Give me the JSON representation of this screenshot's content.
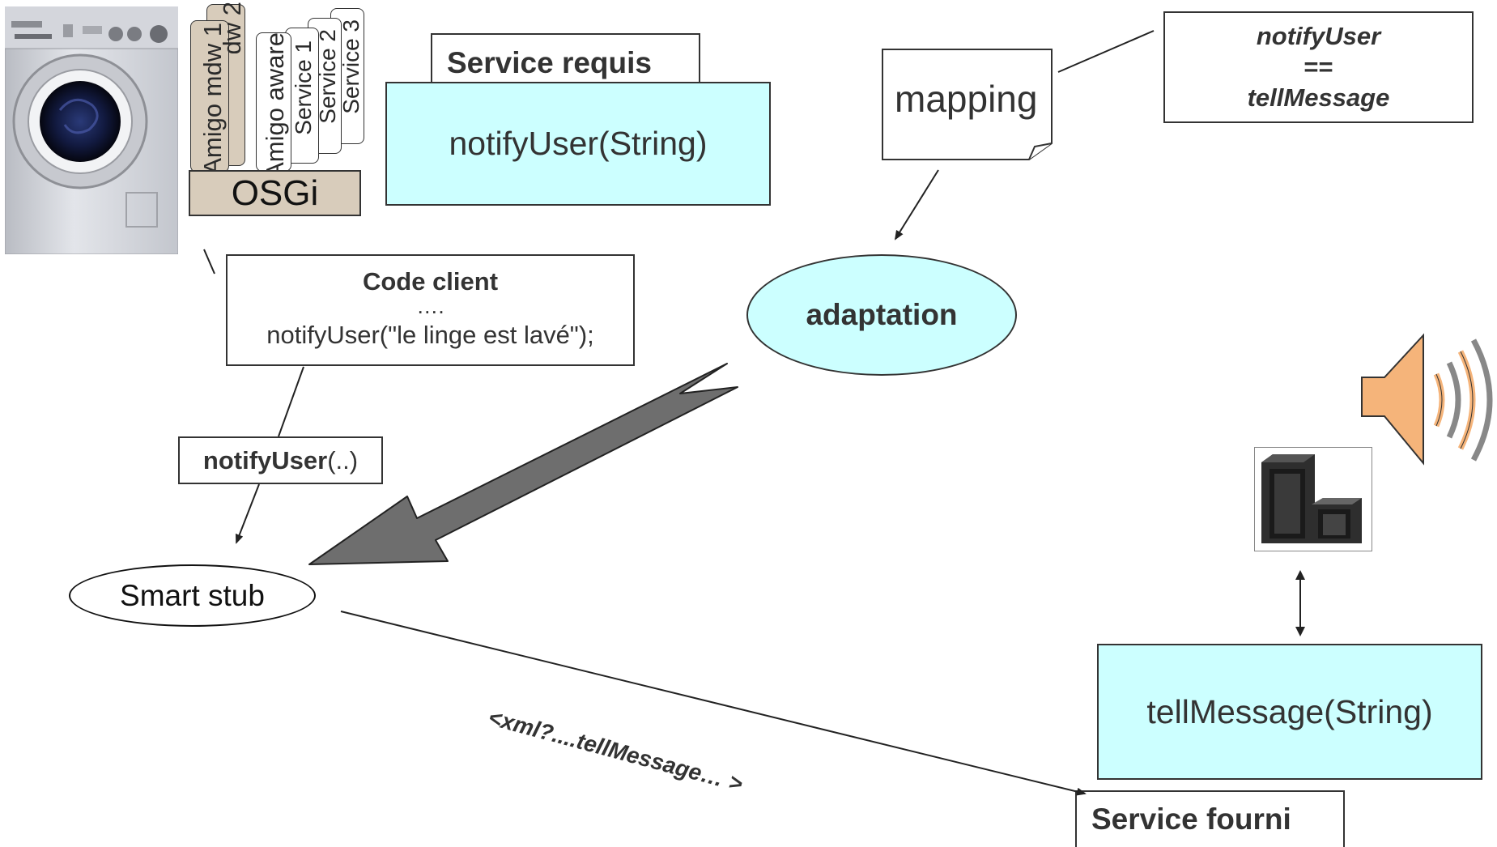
{
  "stack": {
    "mdw1": "Amigo mdw 1",
    "mdw2": "Amigo mdw 2",
    "aware": "Amigo aware",
    "service1": "Service 1",
    "service2": "Service 2",
    "service3": "Service 3",
    "osgi": "OSGi"
  },
  "required": {
    "label": "Service requis",
    "signature": "notifyUser(String)"
  },
  "mapping": {
    "label": "mapping",
    "rule_left": "notifyUser",
    "rule_op": "==",
    "rule_right": "tellMessage"
  },
  "client": {
    "title": "Code client",
    "ellipsis": "….",
    "call": "notifyUser(\"le linge est lavé\");"
  },
  "adaptation": "adaptation",
  "notify_call": {
    "bold": "notifyUser",
    "rest": "(..)"
  },
  "smart_stub": "Smart stub",
  "xml_message": "<xml?....tellMessage… >",
  "provided": {
    "signature": "tellMessage(String)",
    "label": "Service fourni"
  },
  "colors": {
    "service_fill": "#ccffff",
    "osgi_fill": "#d8ccbb",
    "big_arrow_fill": "#6e6e6e",
    "speaker_fill": "#f5b47a"
  },
  "icons": {
    "washing_machine": "washing-machine-icon",
    "server": "server-icon",
    "speaker": "speaker-icon"
  }
}
